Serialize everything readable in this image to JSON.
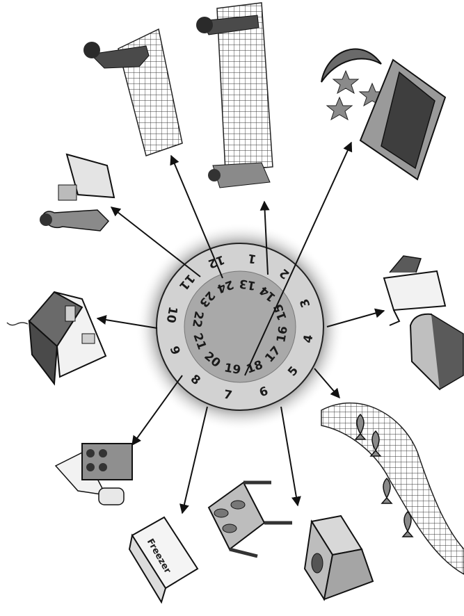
{
  "clock": {
    "outer_numbers": [
      "1",
      "2",
      "3",
      "4",
      "5",
      "6",
      "7",
      "8",
      "9",
      "10",
      "11",
      "12"
    ],
    "inner_numbers": [
      "13",
      "14",
      "15",
      "16",
      "17",
      "18",
      "19",
      "20",
      "21",
      "22",
      "23",
      "24"
    ]
  },
  "freezer_label": "Freezer",
  "colors": {
    "outer_ring": "#d2d2d2",
    "inner_disc": "#a9a9a9",
    "halo": "#9a9a9a",
    "ink": "#1a1a1a",
    "shape_dark": "#4a4a4a",
    "shape_mid": "#8a8a8a",
    "shape_light": "#cfcfcf"
  },
  "icons": [
    "night-sleep-icon",
    "coffee-pot-icon",
    "fish-net-icon",
    "fish-box-icon",
    "fish-table-icon",
    "freezer-icon",
    "stove-icon",
    "house-icon",
    "woman-cooking-icon",
    "man-hauling-net-icon",
    "man-net-woman-icon"
  ]
}
